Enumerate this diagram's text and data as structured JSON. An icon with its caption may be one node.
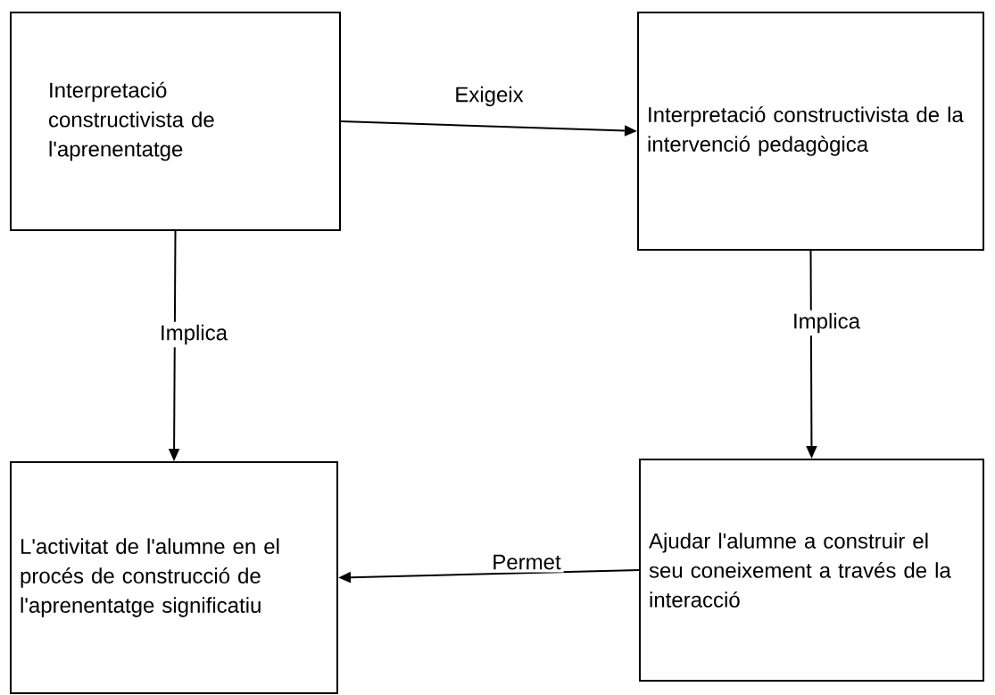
{
  "diagram": {
    "nodes": [
      {
        "text": [
          "Interpretació constructivista de l'aprenentatge"
        ]
      },
      {
        "text": [
          "Interpretació constructivista de la intervenció pedagògica"
        ]
      },
      {
        "text": [
          "L'activitat de l'alumne en el procés de construcció de l'aprenentatge significatiu"
        ]
      },
      {
        "text": [
          "Ajudar l'alumne a construir el seu coneixement a través de la interacció"
        ]
      }
    ],
    "edges": [
      {
        "from": 0,
        "to": 1,
        "arrow": "to",
        "label": "Exigeix"
      },
      {
        "from": 0,
        "to": 2,
        "arrow": "to",
        "label": "Implica"
      },
      {
        "from": 1,
        "to": 3,
        "arrow": "to",
        "label": "Implica"
      },
      {
        "from": 3,
        "to": 2,
        "arrow": "to",
        "label": "Permet"
      }
    ]
  }
}
